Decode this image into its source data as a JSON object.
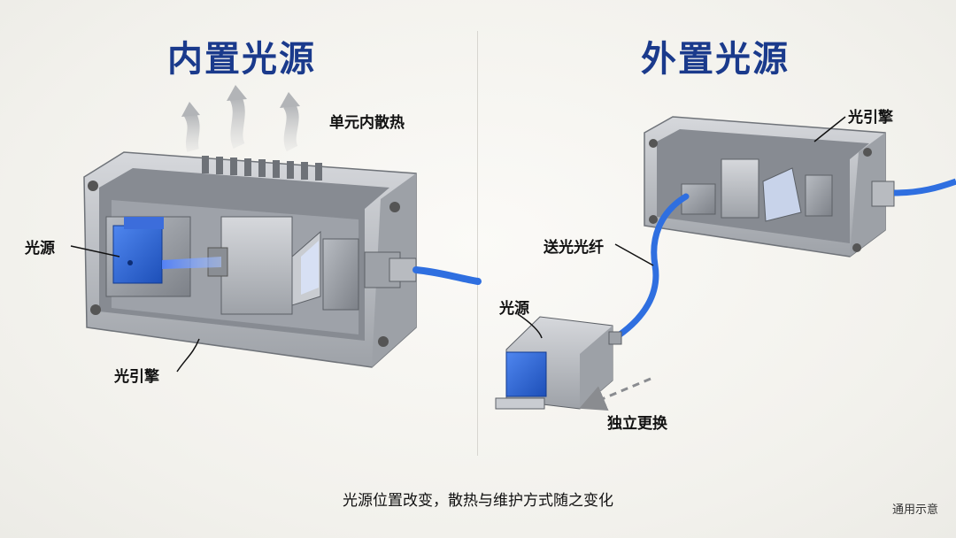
{
  "left": {
    "title": "内置光源",
    "heat_label": "单元内散热",
    "light_source_label": "光源",
    "engine_label": "光引擎"
  },
  "right": {
    "title": "外置光源",
    "engine_label": "光引擎",
    "fiber_label": "送光光纤",
    "light_source_label": "光源",
    "replace_label": "独立更换"
  },
  "caption": "光源位置改变，散热与维护方式随之变化",
  "note": "通用示意",
  "colors": {
    "title": "#1a3a8c",
    "accent_blue": "#2a62d6",
    "metal": "#a9adb3"
  }
}
